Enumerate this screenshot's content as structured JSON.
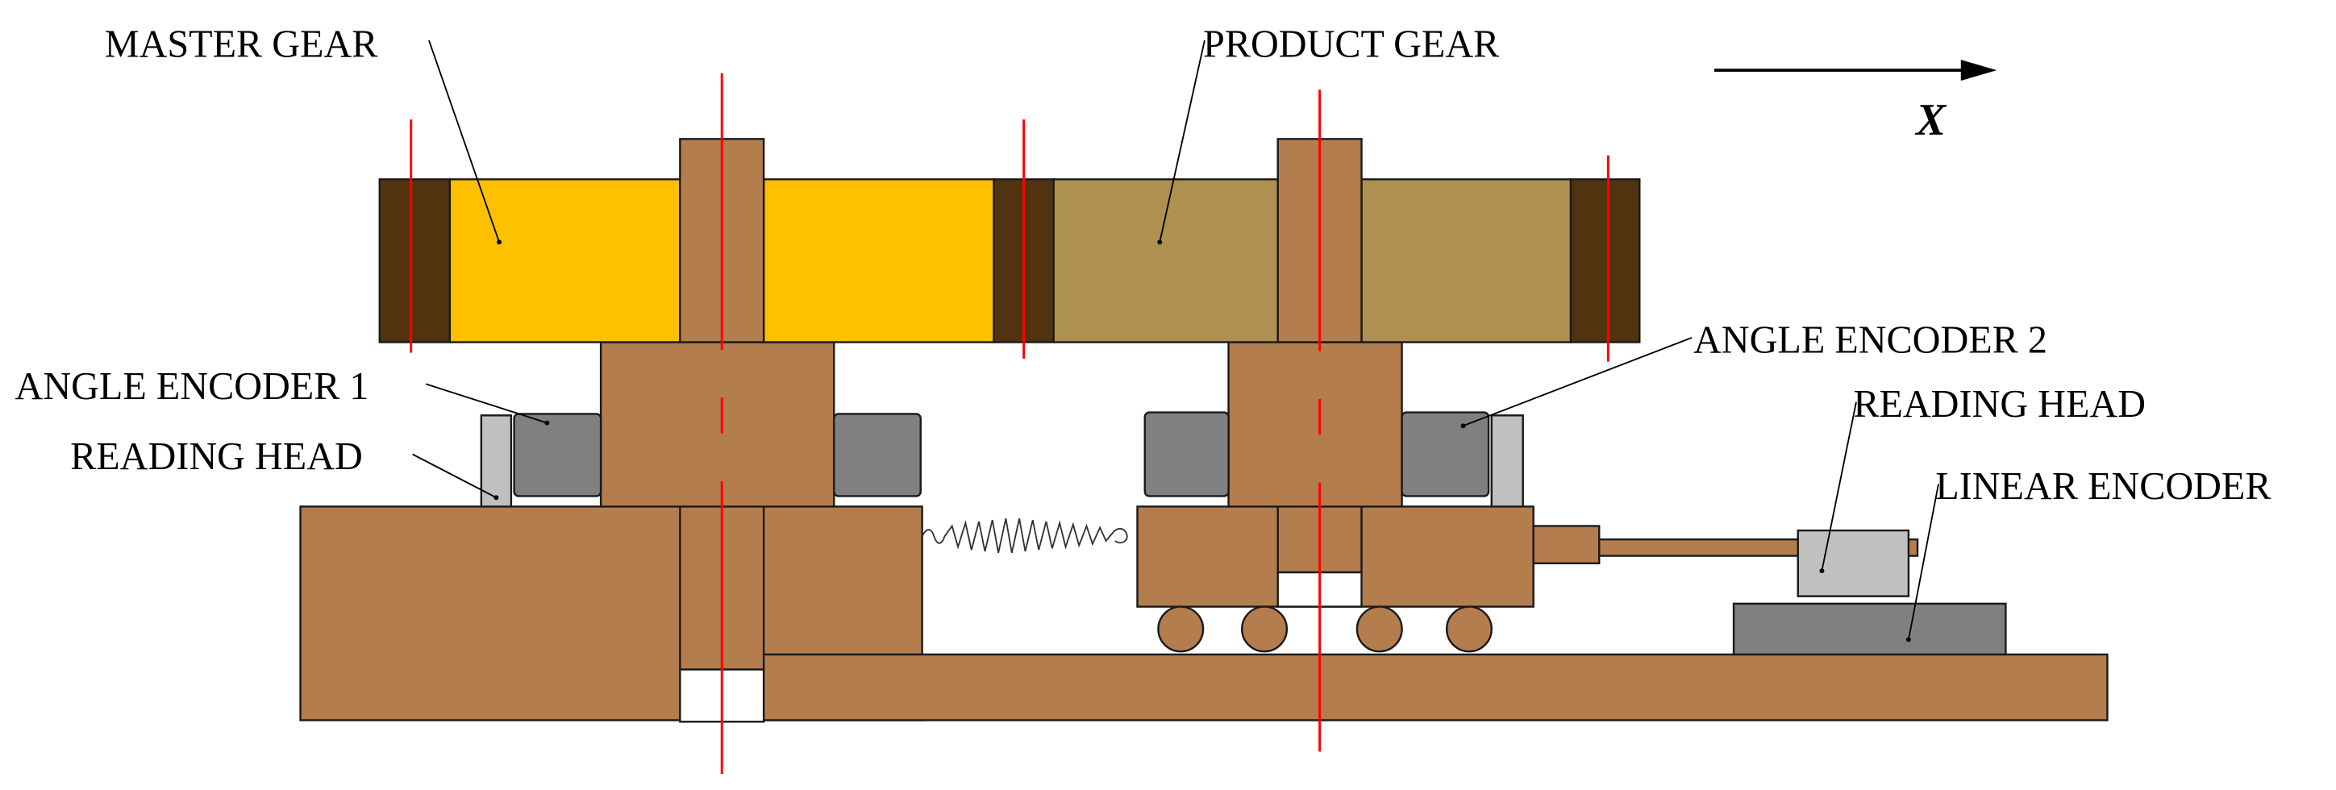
{
  "labels": {
    "master_gear": "MASTER GEAR",
    "product_gear": "PRODUCT GEAR",
    "angle_encoder_1": "ANGLE ENCODER 1",
    "reading_head_left": "READING HEAD",
    "angle_encoder_2": "ANGLE ENCODER 2",
    "reading_head_right": "READING HEAD",
    "linear_encoder": "LINEAR ENCODER",
    "axis_x": "X"
  },
  "colors": {
    "master_gear": "#ffc000",
    "product_gear": "#ae9151",
    "gear_teeth": "#523310",
    "frame": "#b47d4e",
    "encoder_disk": "#808080",
    "reading_head": "#c0c0c0",
    "center_line": "#ff0000",
    "background": "#ffffff"
  },
  "icons": {
    "spring": "spring-icon",
    "direction_arrow": "arrow-right-icon"
  }
}
